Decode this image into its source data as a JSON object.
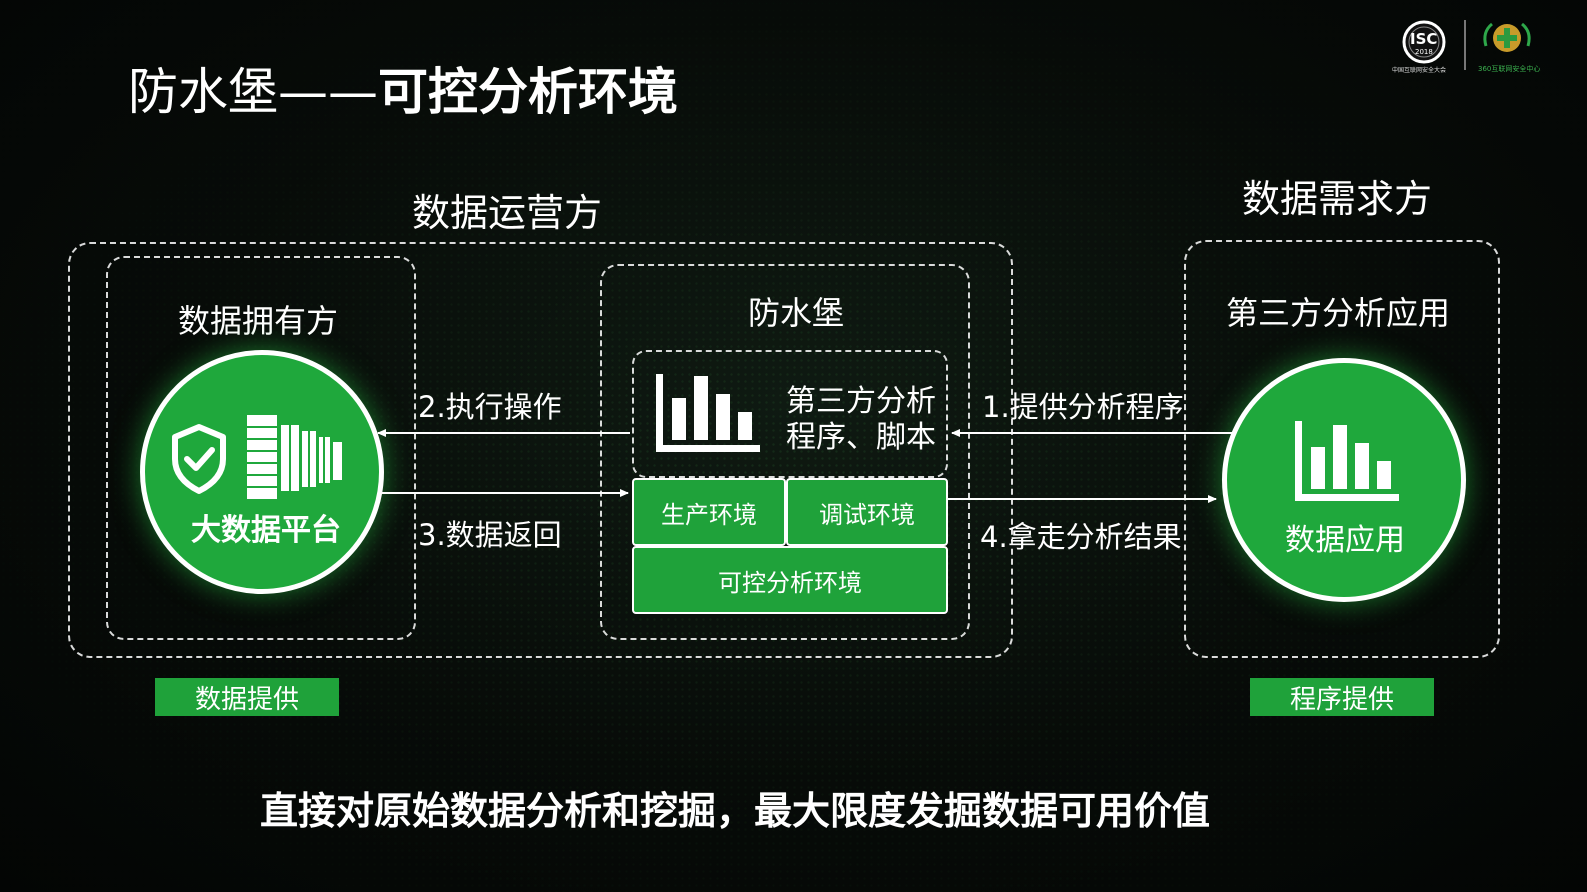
{
  "title": {
    "part1": "防水堡——",
    "part2": "可控分析环境"
  },
  "logos": {
    "isc_text": "ISC",
    "isc_year": "2018",
    "isc_caption": "中国互联网安全大会",
    "right_caption": "360互联网安全中心"
  },
  "sections": {
    "operator": "数据运营方",
    "demander": "数据需求方"
  },
  "owner_box": {
    "title": "数据拥有方",
    "circle_label": "大数据平台"
  },
  "sandbox": {
    "title": "防水堡",
    "script_label_line1": "第三方分析",
    "script_label_line2": "程序、脚本",
    "env_production": "生产环境",
    "env_debug": "调试环境",
    "env_controlled": "可控分析环境"
  },
  "app_box": {
    "title": "第三方分析应用",
    "circle_label": "数据应用"
  },
  "flows": {
    "step1": "1.提供分析程序",
    "step2": "2.执行操作",
    "step3": "3.数据返回",
    "step4": "4.拿走分析结果"
  },
  "tags": {
    "left": "数据提供",
    "right": "程序提供"
  },
  "footer": "直接对原始数据分析和挖掘，最大限度发掘数据可用价值",
  "colors": {
    "accent_green": "#1fa23a",
    "background": "#070b08"
  },
  "icons": [
    "shield-check-icon",
    "server-rack-icon",
    "bar-chart-icon"
  ]
}
